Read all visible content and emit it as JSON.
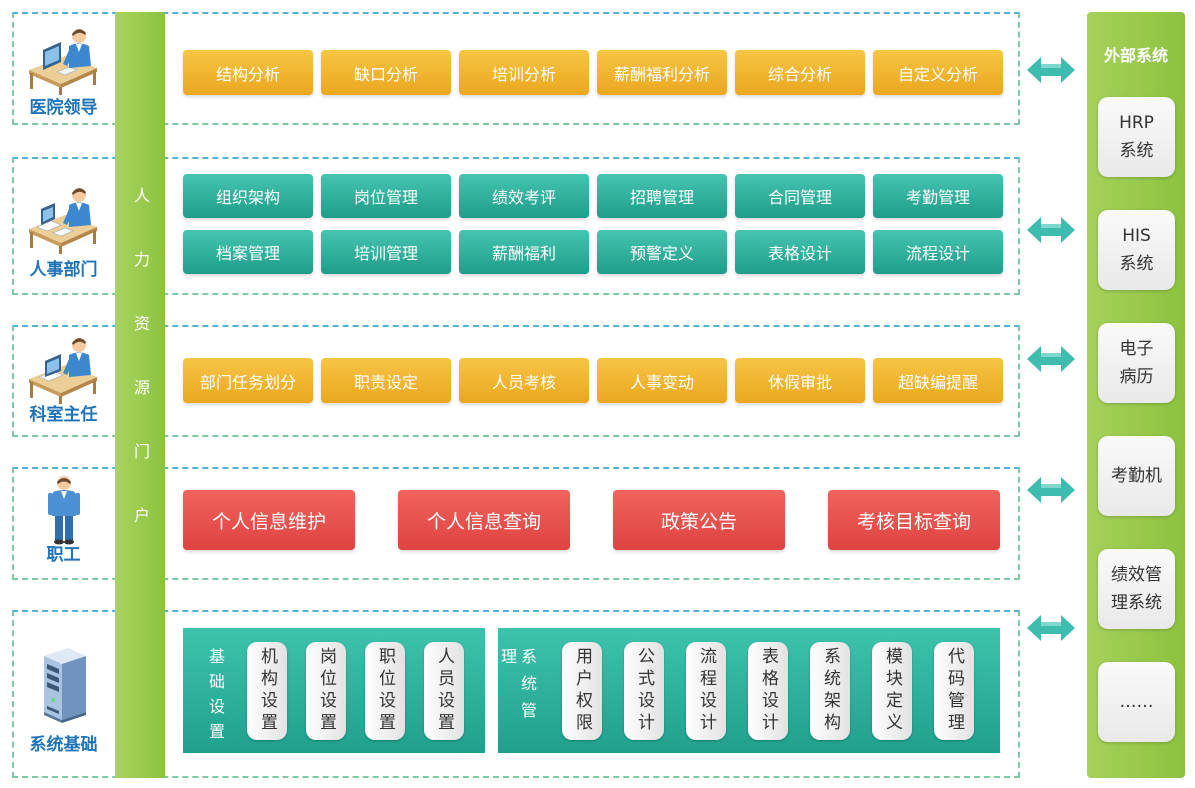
{
  "portal_title": "人力资源门户",
  "rows": [
    {
      "role": "医院领导",
      "icon": "hospital-leader-icon",
      "buttons": [
        "结构分析",
        "缺口分析",
        "培训分析",
        "薪酬福利分析",
        "综合分析",
        "自定义分析"
      ]
    },
    {
      "role": "人事部门",
      "icon": "hr-department-icon",
      "buttons": [
        "组织架构",
        "岗位管理",
        "绩效考评",
        "招聘管理",
        "合同管理",
        "考勤管理",
        "档案管理",
        "培训管理",
        "薪酬福利",
        "预警定义",
        "表格设计",
        "流程设计"
      ]
    },
    {
      "role": "科室主任",
      "icon": "department-director-icon",
      "buttons": [
        "部门任务划分",
        "职责设定",
        "人员考核",
        "人事变动",
        "休假审批",
        "超缺编提醒"
      ]
    },
    {
      "role": "职工",
      "icon": "staff-icon",
      "buttons": [
        "个人信息维护",
        "个人信息查询",
        "政策公告",
        "考核目标查询"
      ]
    },
    {
      "role": "系统基础",
      "icon": "server-icon",
      "basic_settings": {
        "title": "基础设置",
        "items": [
          "机构设置",
          "岗位设置",
          "职位设置",
          "人员设置"
        ]
      },
      "system_management": {
        "title": "系统管理",
        "items": [
          "用户权限",
          "公式设计",
          "流程设计",
          "表格设计",
          "系统架构",
          "模块定义",
          "代码管理"
        ]
      }
    }
  ],
  "external": {
    "title": "外部系统",
    "systems": [
      {
        "lines": [
          "HRP",
          "系统"
        ]
      },
      {
        "lines": [
          "HIS",
          "系统"
        ]
      },
      {
        "lines": [
          "电子",
          "病历"
        ]
      },
      {
        "lines": [
          "考勤机"
        ]
      },
      {
        "lines": [
          "绩效管",
          "理系统"
        ]
      },
      {
        "lines": [
          "……"
        ]
      }
    ]
  },
  "icons": {
    "link": "double-arrow-icon"
  },
  "colors": {
    "analysis_yellow": "#f2b430",
    "module_teal": "#2db29e",
    "staff_red": "#e6504c",
    "portal_green": "#93c84a",
    "role_label_blue": "#1f74b9",
    "dashed_border": "#7cc9a3"
  }
}
